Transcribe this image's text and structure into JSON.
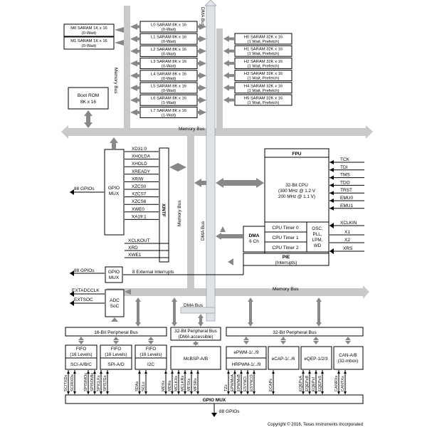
{
  "buses": {
    "memory_bus": "Memory Bus",
    "dma_bus": "DMA Bus",
    "xintf": "XINTF"
  },
  "memory": {
    "m_blocks": [
      {
        "name": "M0 SARAM 1K x 16",
        "wait": "(0-Wait)"
      },
      {
        "name": "M1 SARAM 1K x 16",
        "wait": "(0-Wait)"
      }
    ],
    "l_blocks": [
      {
        "name": "L0 SARAM 8K x 16",
        "wait": "(0-Wait)"
      },
      {
        "name": "L1 SARAM 8K x 16",
        "wait": "(0-Wait)"
      },
      {
        "name": "L2 SARAM 8K x 16",
        "wait": "(0-Wait)"
      },
      {
        "name": "L3 SARAM 8K x 16",
        "wait": "(0-Wait)"
      },
      {
        "name": "L4 SARAM 8K x 16",
        "wait": "(0-Wait)"
      },
      {
        "name": "L5 SARAM 8K x 16",
        "wait": "(0-Wait)"
      },
      {
        "name": "L6 SARAM 8K x 16",
        "wait": "(1-Wait)"
      },
      {
        "name": "L7 SARAM 8K x 16",
        "wait": "(1-Wait)"
      }
    ],
    "h_blocks": [
      {
        "name": "H0 SARAM 32K x 16",
        "wait": "(1 Wait, Prefetch)"
      },
      {
        "name": "H1 SARAM 32K x 16",
        "wait": "(1 Wait, Prefetch)"
      },
      {
        "name": "H2 SARAM 32K x 16",
        "wait": "(1 Wait, Prefetch)"
      },
      {
        "name": "H3 SARAM 32K x 16",
        "wait": "(1 Wait, Prefetch)"
      },
      {
        "name": "H4 SARAM 32K x 16",
        "wait": "(1 Wait, Prefetch)"
      },
      {
        "name": "H5 SARAM 32K x 16",
        "wait": "(1 Wait, Prefetch)"
      }
    ],
    "boot_rom": [
      "Boot ROM",
      "8K x 16"
    ]
  },
  "gpio": {
    "gpio_mux_label": [
      "GPIO",
      "MUX"
    ],
    "gpios_88": "88 GPIOs",
    "xintf_signals": [
      "XD31:0",
      "XHOLDA",
      "XHOLD",
      "XREADY",
      "XR/W",
      "XZCS0",
      "XZCS7",
      "XZCS6",
      "XWE0",
      "XA19:1"
    ],
    "xintf_outputs": [
      "XCLKOUT",
      "XRD",
      "XWE1"
    ],
    "small_mux": [
      "GPIO",
      "MUX"
    ],
    "ext_interrupts": "8 External Interrupts"
  },
  "adc": {
    "label": [
      "ADC",
      "SoC"
    ],
    "extadcclk": "EXTADCCLK",
    "extsoc": "EXTSOC"
  },
  "cpu": {
    "fpu": "FPU",
    "cpu_lines": [
      "32-Bit CPU",
      "(300 MHz @ 1.2 V",
      "200 MHz @ 1.1 V)"
    ],
    "signals": [
      "TCK",
      "TDI",
      "TMS",
      "TDO",
      "TRST",
      "EMU0",
      "EMU1"
    ],
    "xclkin": "XCLKIN",
    "x1": "X1",
    "x2": "X2",
    "xrs": "XRS",
    "timers": [
      "CPU Timer 0",
      "CPU Timer 1",
      "CPU Timer 2"
    ],
    "osc": [
      "OSC,",
      "PLL,",
      "LPM,",
      "WD"
    ],
    "dma": [
      "DMA",
      "6 Ch"
    ],
    "pie": [
      "PIE",
      "(Interrupts)"
    ]
  },
  "periph_buses": {
    "bus16": "16-Bit Peripheral Bus",
    "bus32_dma": [
      "32-Bit Peripheral Bus",
      "(DMA accessible)"
    ],
    "bus32": "32-Bit Peripheral Bus"
  },
  "peripherals": {
    "fifo": [
      "FIFO",
      "(16 Levels)"
    ],
    "sci": "SCI-A/B/C",
    "spi": "SPI-A/D",
    "i2c": "I2C",
    "mcbsp": "McBSP-A/B",
    "epwm": "ePWM-1/../9",
    "hrpwm": "HRPWM-1/../9",
    "ecap": "eCAP-1/../6",
    "eqep": "eQEP-1/2/3",
    "can": [
      "CAN-A/B",
      "(32-mbox)"
    ]
  },
  "pins": [
    "SCITXDx",
    "SCIRXDx",
    "SPISIMOx",
    "SPISOMIx",
    "SPICLKx",
    "SPISTEx",
    "SDAx",
    "SCLx",
    "MDXx",
    "MDRx",
    "MCLKXx",
    "MCLKRx",
    "MFSXx",
    "MFSRx",
    "TZx",
    "EPWMxA",
    "EPWMxB",
    "ESYNCI",
    "ESYNCO",
    "ECAPx",
    "EQEPxA",
    "EQEPxB",
    "EQEPxI",
    "EQEPxS",
    "CANRXx",
    "CANTXx"
  ],
  "bottom": {
    "gpio_mux": "GPIO MUX",
    "gpios": "88 GPIOs"
  },
  "copyright": "Copyright © 2016, Texas Instruments Incorporated"
}
